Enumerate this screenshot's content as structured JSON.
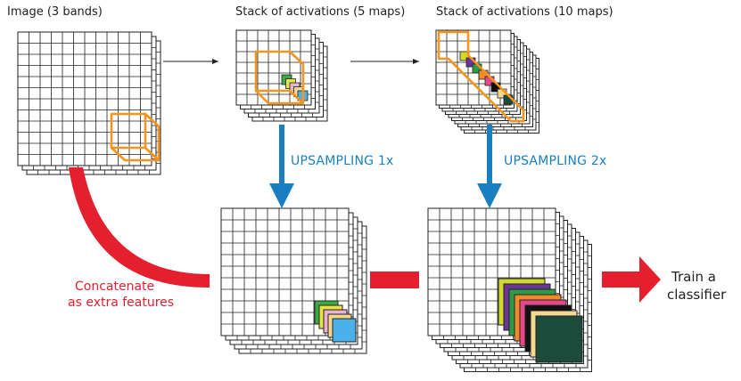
{
  "labels": {
    "image": "Image (3 bands)",
    "stack5": "Stack of activations (5 maps)",
    "stack10": "Stack of activations (10 maps)",
    "upsampling1": "UPSAMPLING 1x",
    "upsampling2": "UPSAMPLING 2x",
    "concat_line1": "Concatenate",
    "concat_line2": "as extra features",
    "train_line1": "Train a",
    "train_line2": "classifier"
  },
  "colors": {
    "highlight_outline": "#f7941d",
    "upsampling_arrow": "#1a7fc1",
    "concat_arrow": "#e5202e",
    "grid_line": "#222222",
    "layers_5": [
      "#3aaa48",
      "#e7e43d",
      "#e9b2d0",
      "#f5d890",
      "#4ab2e8"
    ],
    "layers_10": [
      "#d1d82f",
      "#6a3593",
      "#2e9c47",
      "#f08a2b",
      "#e5488b",
      "#111111",
      "#f5d890",
      "#1c4b3c",
      "#ffffff",
      "#ffffff"
    ]
  }
}
